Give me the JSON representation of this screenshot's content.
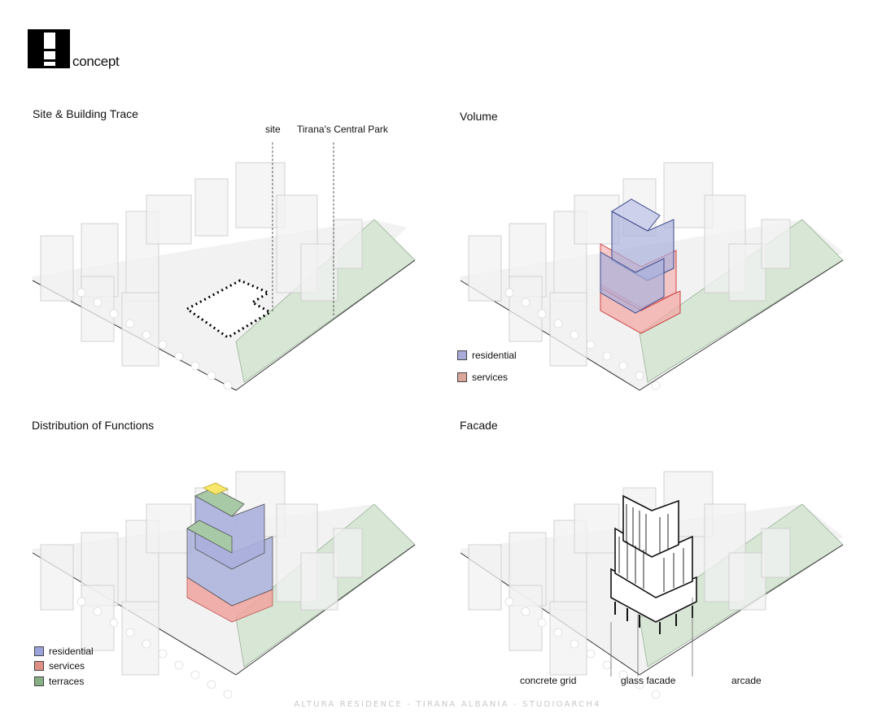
{
  "header": {
    "brand": "concept"
  },
  "panels": {
    "site": {
      "title": "Site & Building Trace",
      "label_site": "site",
      "label_park": "Tirana's Central Park"
    },
    "volume": {
      "title": "Volume",
      "legend": [
        {
          "label": "residential",
          "color": "#a9acd8"
        },
        {
          "label": "services",
          "color": "#d9a89a"
        }
      ]
    },
    "functions": {
      "title": "Distribution of Functions",
      "legend": [
        {
          "label": "residential",
          "color": "#9aa3d9"
        },
        {
          "label": "services",
          "color": "#e08f84"
        },
        {
          "label": "terraces",
          "color": "#86b083"
        }
      ]
    },
    "facade": {
      "title": "Facade",
      "labels": [
        "concrete grid",
        "glass facade",
        "arcade"
      ]
    }
  },
  "footer": {
    "text": "ALTURA RESIDENCE  -  TIRANA ALBANIA  -  STUDIOARCH4"
  }
}
